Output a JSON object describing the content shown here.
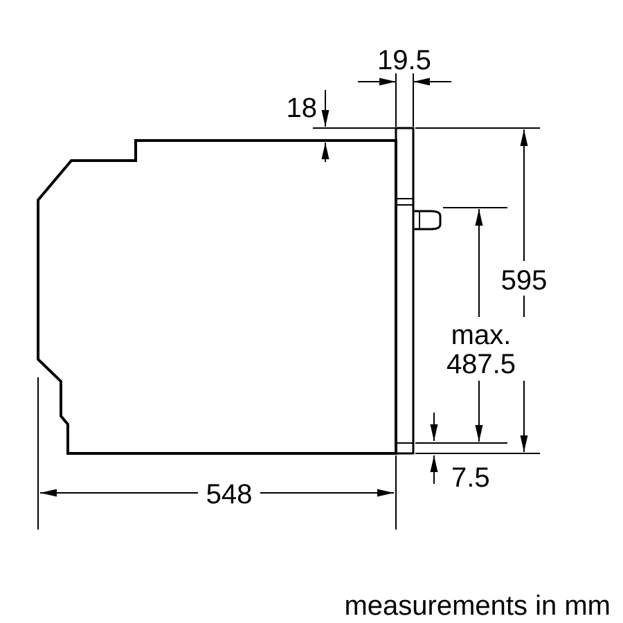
{
  "dims": {
    "front_protrusion": "19.5",
    "top_overhang": "18",
    "height": "595",
    "max_label": "max.",
    "max_value": "487.5",
    "bottom_offset": "7.5",
    "depth": "548"
  },
  "footer": {
    "units_note": "measurements in mm"
  },
  "colors": {
    "line": "#000000",
    "background": "#ffffff"
  }
}
